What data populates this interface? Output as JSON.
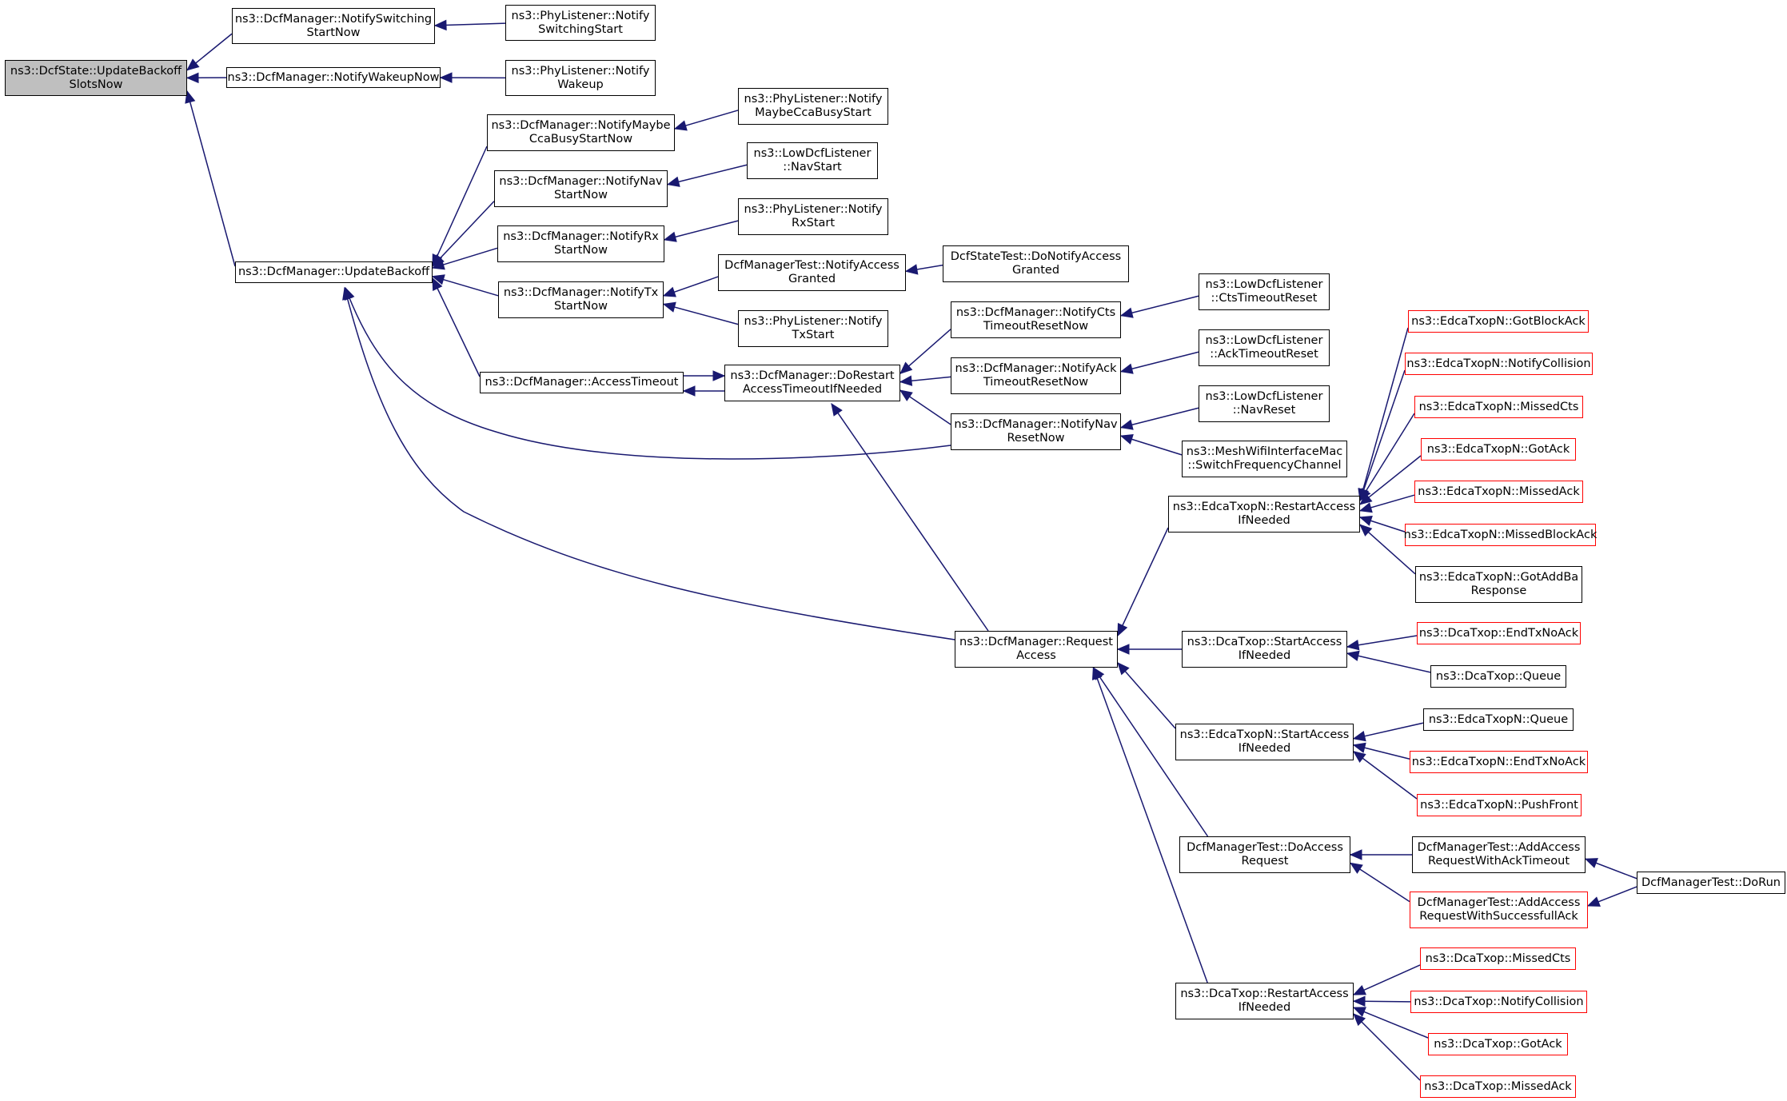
{
  "diagram": {
    "type": "doxygen-caller-graph",
    "colors": {
      "edge": "#191970",
      "node_border": "#000000",
      "truncated_border": "#ff0000",
      "root_fill": "#bfbfbf"
    },
    "nodes": [
      {
        "id": "root",
        "label": "ns3::DcfState::UpdateBackoff\nSlotsNow",
        "style": "root"
      },
      {
        "id": "nsws",
        "label": "ns3::DcfManager::NotifySwitching\nStartNow"
      },
      {
        "id": "plss",
        "label": "ns3::PhyListener::Notify\nSwitchingStart"
      },
      {
        "id": "nwn",
        "label": "ns3::DcfManager::NotifyWakeupNow"
      },
      {
        "id": "plw",
        "label": "ns3::PhyListener::Notify\nWakeup"
      },
      {
        "id": "ub",
        "label": "ns3::DcfManager::UpdateBackoff"
      },
      {
        "id": "nmcb",
        "label": "ns3::DcfManager::NotifyMaybe\nCcaBusyStartNow"
      },
      {
        "id": "plmcb",
        "label": "ns3::PhyListener::Notify\nMaybeCcaBusyStart"
      },
      {
        "id": "nnav",
        "label": "ns3::DcfManager::NotifyNav\nStartNow"
      },
      {
        "id": "ldns",
        "label": "ns3::LowDcfListener\n::NavStart"
      },
      {
        "id": "nrx",
        "label": "ns3::DcfManager::NotifyRx\nStartNow"
      },
      {
        "id": "plrx",
        "label": "ns3::PhyListener::Notify\nRxStart"
      },
      {
        "id": "ntx",
        "label": "ns3::DcfManager::NotifyTx\nStartNow"
      },
      {
        "id": "dmtna",
        "label": "DcfManagerTest::NotifyAccess\nGranted"
      },
      {
        "id": "dstdna",
        "label": "DcfStateTest::DoNotifyAccess\nGranted"
      },
      {
        "id": "pltx",
        "label": "ns3::PhyListener::Notify\nTxStart"
      },
      {
        "id": "at",
        "label": "ns3::DcfManager::AccessTimeout"
      },
      {
        "id": "dra",
        "label": "ns3::DcfManager::DoRestart\nAccessTimeoutIfNeeded"
      },
      {
        "id": "ncts",
        "label": "ns3::DcfManager::NotifyCts\nTimeoutResetNow"
      },
      {
        "id": "ldcts",
        "label": "ns3::LowDcfListener\n::CtsTimeoutReset"
      },
      {
        "id": "nack",
        "label": "ns3::DcfManager::NotifyAck\nTimeoutResetNow"
      },
      {
        "id": "ldack",
        "label": "ns3::LowDcfListener\n::AckTimeoutReset"
      },
      {
        "id": "nnavr",
        "label": "ns3::DcfManager::NotifyNav\nResetNow"
      },
      {
        "id": "ldnr",
        "label": "ns3::LowDcfListener\n::NavReset"
      },
      {
        "id": "mwsfc",
        "label": "ns3::MeshWifiInterfaceMac\n::SwitchFrequencyChannel"
      },
      {
        "id": "req",
        "label": "ns3::DcfManager::Request\nAccess"
      },
      {
        "id": "erai",
        "label": "ns3::EdcaTxopN::RestartAccess\nIfNeeded"
      },
      {
        "id": "egba",
        "label": "ns3::EdcaTxopN::GotBlockAck",
        "style": "trunc"
      },
      {
        "id": "enc",
        "label": "ns3::EdcaTxopN::NotifyCollision",
        "style": "trunc"
      },
      {
        "id": "emc",
        "label": "ns3::EdcaTxopN::MissedCts",
        "style": "trunc"
      },
      {
        "id": "ega",
        "label": "ns3::EdcaTxopN::GotAck",
        "style": "trunc"
      },
      {
        "id": "ema",
        "label": "ns3::EdcaTxopN::MissedAck",
        "style": "trunc"
      },
      {
        "id": "embа",
        "label": "ns3::EdcaTxopN::MissedBlockAck",
        "style": "trunc"
      },
      {
        "id": "egab",
        "label": "ns3::EdcaTxopN::GotAddBa\nResponse"
      },
      {
        "id": "dsai",
        "label": "ns3::DcaTxop::StartAccess\nIfNeeded"
      },
      {
        "id": "dent",
        "label": "ns3::DcaTxop::EndTxNoAck",
        "style": "trunc"
      },
      {
        "id": "dq",
        "label": "ns3::DcaTxop::Queue"
      },
      {
        "id": "esai",
        "label": "ns3::EdcaTxopN::StartAccess\nIfNeeded"
      },
      {
        "id": "eq",
        "label": "ns3::EdcaTxopN::Queue"
      },
      {
        "id": "eent",
        "label": "ns3::EdcaTxopN::EndTxNoAck",
        "style": "trunc"
      },
      {
        "id": "epf",
        "label": "ns3::EdcaTxopN::PushFront",
        "style": "trunc"
      },
      {
        "id": "dmtdar",
        "label": "DcfManagerTest::DoAccess\nRequest"
      },
      {
        "id": "aarwat",
        "label": "DcfManagerTest::AddAccess\nRequestWithAckTimeout"
      },
      {
        "id": "aarwsa",
        "label": "DcfManagerTest::AddAccess\nRequestWithSuccessfullAck",
        "style": "trunc"
      },
      {
        "id": "dmtdr",
        "label": "DcfManagerTest::DoRun"
      },
      {
        "id": "drai",
        "label": "ns3::DcaTxop::RestartAccess\nIfNeeded"
      },
      {
        "id": "dmc",
        "label": "ns3::DcaTxop::MissedCts",
        "style": "trunc"
      },
      {
        "id": "dnc",
        "label": "ns3::DcaTxop::NotifyCollision",
        "style": "trunc"
      },
      {
        "id": "dga",
        "label": "ns3::DcaTxop::GotAck",
        "style": "trunc"
      },
      {
        "id": "dma",
        "label": "ns3::DcaTxop::MissedAck",
        "style": "trunc"
      }
    ],
    "edges": [
      [
        "nsws",
        "root"
      ],
      [
        "nwn",
        "root"
      ],
      [
        "ub",
        "root"
      ],
      [
        "plss",
        "nsws"
      ],
      [
        "plw",
        "nwn"
      ],
      [
        "nmcb",
        "ub"
      ],
      [
        "nnav",
        "ub"
      ],
      [
        "nrx",
        "ub"
      ],
      [
        "ntx",
        "ub"
      ],
      [
        "at",
        "ub"
      ],
      [
        "nnavr",
        "ub"
      ],
      [
        "req",
        "ub"
      ],
      [
        "plmcb",
        "nmcb"
      ],
      [
        "ldns",
        "nnav"
      ],
      [
        "plrx",
        "nrx"
      ],
      [
        "dmtna",
        "ntx"
      ],
      [
        "pltx",
        "ntx"
      ],
      [
        "dstdna",
        "dmtna"
      ],
      [
        "dra",
        "at"
      ],
      [
        "at",
        "dra"
      ],
      [
        "ncts",
        "dra"
      ],
      [
        "nack",
        "dra"
      ],
      [
        "nnavr",
        "dra"
      ],
      [
        "req",
        "dra"
      ],
      [
        "ldcts",
        "ncts"
      ],
      [
        "ldack",
        "nack"
      ],
      [
        "ldnr",
        "nnavr"
      ],
      [
        "mwsfc",
        "nnavr"
      ],
      [
        "erai",
        "req"
      ],
      [
        "dsai",
        "req"
      ],
      [
        "esai",
        "req"
      ],
      [
        "dmtdar",
        "req"
      ],
      [
        "drai",
        "req"
      ],
      [
        "egba",
        "erai"
      ],
      [
        "enc",
        "erai"
      ],
      [
        "emc",
        "erai"
      ],
      [
        "ega",
        "erai"
      ],
      [
        "ema",
        "erai"
      ],
      [
        "embа",
        "erai"
      ],
      [
        "egab",
        "erai"
      ],
      [
        "dent",
        "dsai"
      ],
      [
        "dq",
        "dsai"
      ],
      [
        "eq",
        "esai"
      ],
      [
        "eent",
        "esai"
      ],
      [
        "epf",
        "esai"
      ],
      [
        "aarwat",
        "dmtdar"
      ],
      [
        "aarwsa",
        "dmtdar"
      ],
      [
        "dmtdr",
        "aarwat"
      ],
      [
        "dmtdr",
        "aarwsa"
      ],
      [
        "dmc",
        "drai"
      ],
      [
        "dnc",
        "drai"
      ],
      [
        "dga",
        "drai"
      ],
      [
        "dma",
        "drai"
      ]
    ]
  }
}
